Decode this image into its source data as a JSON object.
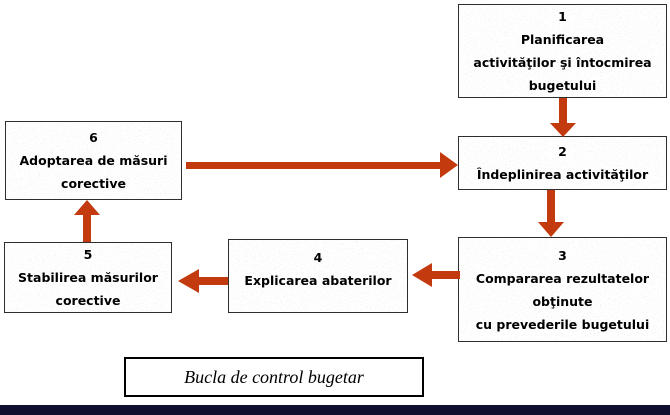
{
  "diagram": {
    "caption": "Bucla de control bugetar",
    "colors": {
      "arrow": "#c33a0e",
      "box_border": "#2e2e2e",
      "box_fill": "#e8e6e0",
      "text": "#000000",
      "page_bg": "#ffffff",
      "caption_border": "#000000",
      "bottom_bar": "#10102e"
    },
    "boxes": [
      {
        "number": "1",
        "lines": [
          "Planificarea",
          "activităţilor şi întocmirea",
          "bugetului"
        ]
      },
      {
        "number": "2",
        "lines": [
          "Îndeplinirea activităţilor"
        ]
      },
      {
        "number": "3",
        "lines": [
          "Compararea rezultatelor",
          "obţinute",
          "cu prevederile bugetului"
        ]
      },
      {
        "number": "4",
        "lines": [
          "Explicarea abaterilor"
        ]
      },
      {
        "number": "5",
        "lines": [
          "Stabilirea măsurilor",
          "corective"
        ]
      },
      {
        "number": "6",
        "lines": [
          "Adoptarea de măsuri",
          "corective"
        ]
      }
    ],
    "arrows": [
      {
        "name": "arrow-1-to-2",
        "from": "1",
        "to": "2",
        "direction": "down"
      },
      {
        "name": "arrow-2-to-3",
        "from": "2",
        "to": "3",
        "direction": "down"
      },
      {
        "name": "arrow-3-to-4",
        "from": "3",
        "to": "4",
        "direction": "left"
      },
      {
        "name": "arrow-4-to-5",
        "from": "4",
        "to": "5",
        "direction": "left"
      },
      {
        "name": "arrow-5-to-6",
        "from": "5",
        "to": "6",
        "direction": "up"
      },
      {
        "name": "arrow-6-to-2",
        "from": "6",
        "to": "2",
        "direction": "right"
      }
    ]
  }
}
